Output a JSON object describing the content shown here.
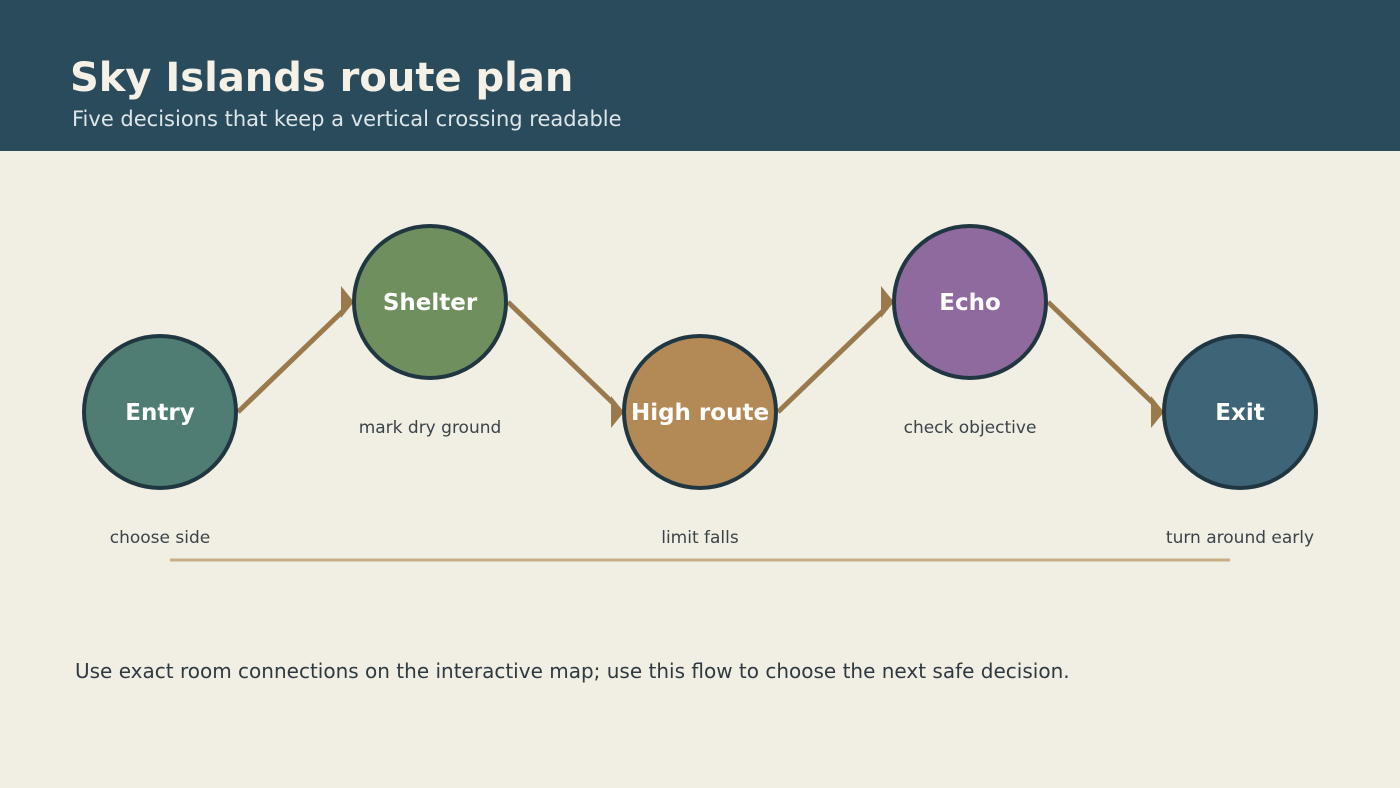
{
  "header": {
    "title": "Sky Islands route plan",
    "subtitle": "Five decisions that keep a vertical crossing readable"
  },
  "colors": {
    "header_bg": "#2a4b5c",
    "page_bg": "#f1eee3",
    "node_outline": "#203742",
    "arrow": "#9a7a4d",
    "baseline": "#c9ad86"
  },
  "flow": {
    "steps": [
      {
        "label": "Entry",
        "caption": "choose side",
        "color": "#4f7d73"
      },
      {
        "label": "Shelter",
        "caption": "mark dry ground",
        "color": "#6f8f5e"
      },
      {
        "label": "High route",
        "caption": "limit falls",
        "color": "#b38a55"
      },
      {
        "label": "Echo",
        "caption": "check objective",
        "color": "#8e6a9e"
      },
      {
        "label": "Exit",
        "caption": "turn around early",
        "color": "#3e6577"
      }
    ]
  },
  "footer": {
    "note": "Use exact room connections on the interactive map; use this flow to choose the next safe decision."
  }
}
